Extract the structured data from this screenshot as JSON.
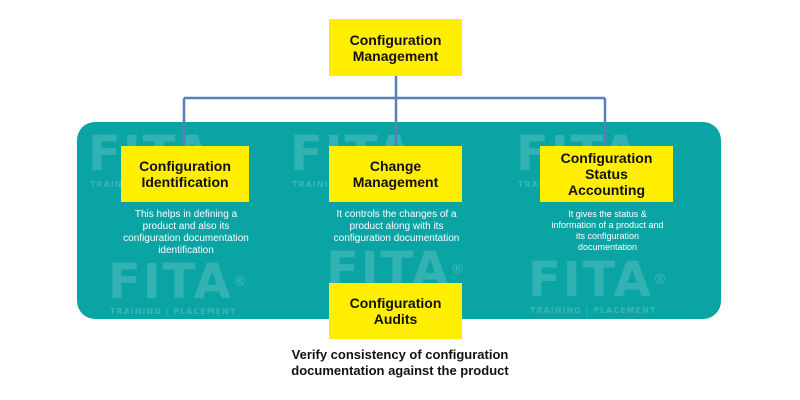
{
  "nodes": {
    "root": {
      "label": "Configuration Management"
    },
    "identification": {
      "label": "Configuration Identification",
      "description": "This helps in defining a product and also its configuration documentation identification"
    },
    "change": {
      "label": "Change Management",
      "description": "It controls the changes of a product along with its configuration documentation"
    },
    "status": {
      "label": "Configuration Status Accounting",
      "description": "It gives the status & information of a product and its configuration documentation"
    },
    "audits": {
      "label": "Configuration Audits",
      "description": "Verify consistency of configuration documentation against the product"
    }
  },
  "watermark": {
    "logo": "FITA",
    "registered": "®",
    "tagline": "TRAINING | PLACEMENT"
  },
  "colors": {
    "panel": "#0ba4a4",
    "box": "#ffee00",
    "connector": "#5b7fb8"
  }
}
